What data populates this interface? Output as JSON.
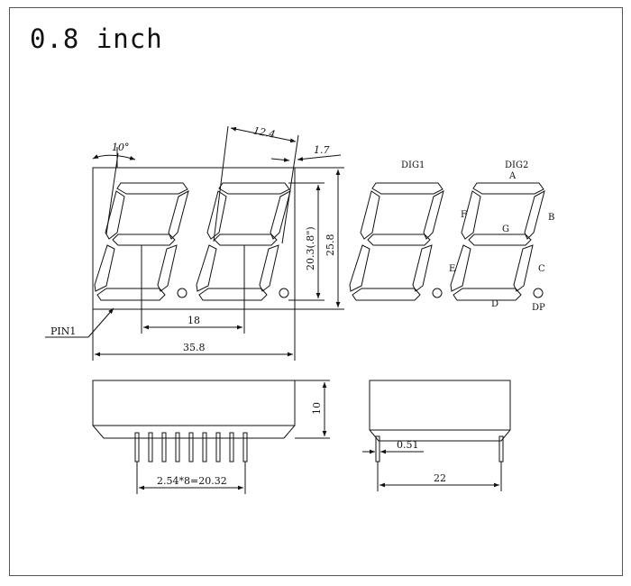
{
  "title": "0.8 inch",
  "dimensions": {
    "angle": "10°",
    "segment_width": "12.4",
    "dp_gap": "1.7",
    "digit_height": "20.3(.8\")",
    "total_height": "25.8",
    "digit_pitch": "18",
    "total_width": "35.8",
    "side_depth": "10",
    "pin_span": "2.54*8=20.32",
    "pin_diameter": "0.51",
    "side_width": "22"
  },
  "labels": {
    "pin1": "PIN1",
    "dig1": "DIG1",
    "dig2": "DIG2",
    "seg_a": "A",
    "seg_b": "B",
    "seg_c": "C",
    "seg_d": "D",
    "seg_e": "E",
    "seg_f": "F",
    "seg_g": "G",
    "seg_dp": "DP"
  }
}
